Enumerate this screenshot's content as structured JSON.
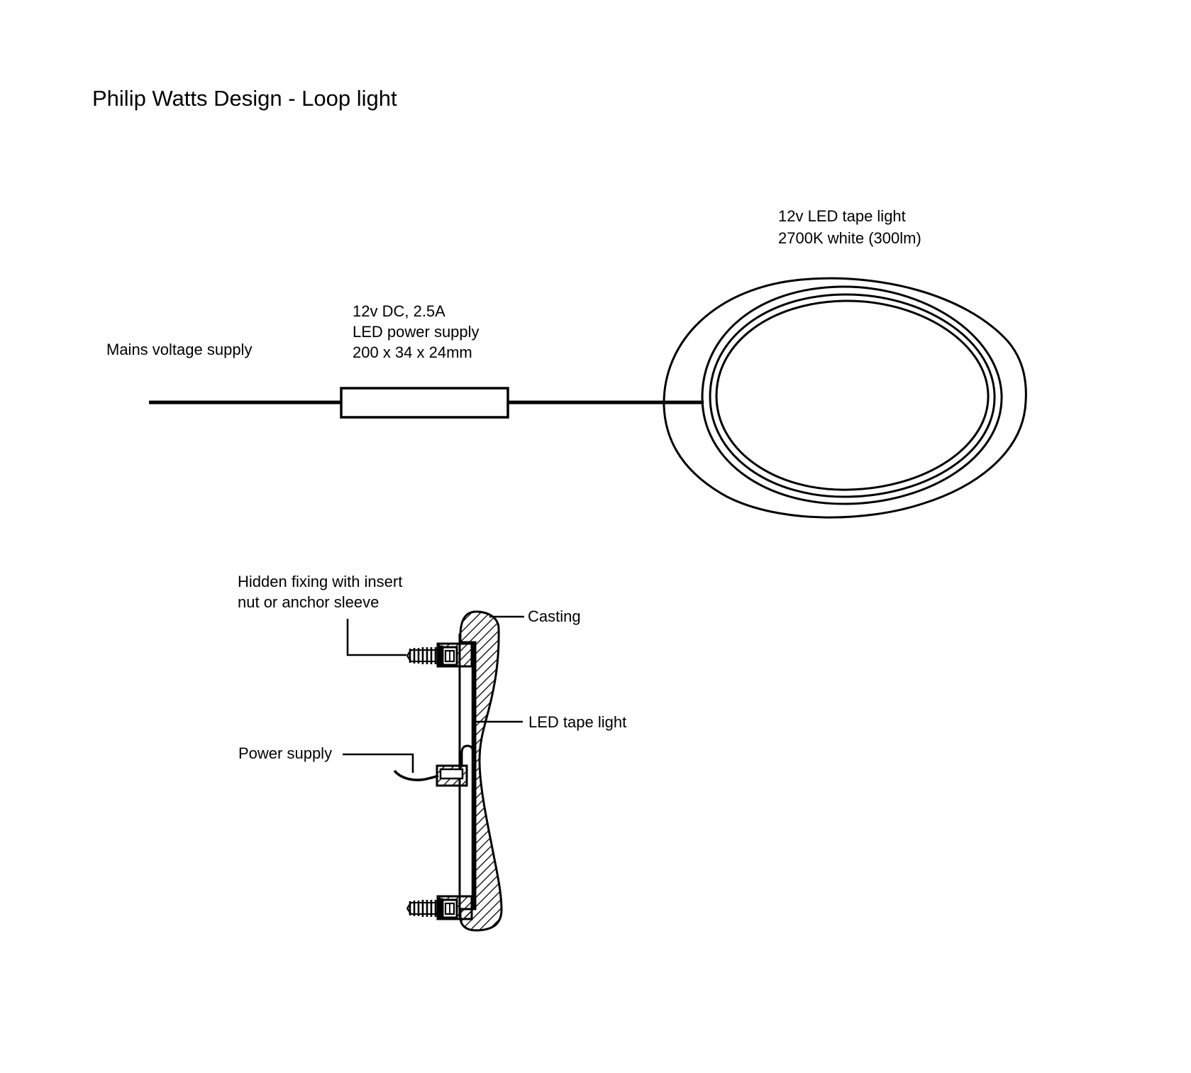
{
  "page": {
    "title": "Philip Watts Design - Loop light",
    "background": "#ffffff",
    "ink": "#000000"
  },
  "wiring_diagram": {
    "mains_label": "Mains voltage supply",
    "psu_lines": [
      "12v DC, 2.5A",
      "LED power supply",
      "200 x 34 x 24mm"
    ],
    "tape_lines": [
      "12v LED tape light",
      "2700K white (300lm)"
    ]
  },
  "section_detail": {
    "fixing_lines": [
      "Hidden fixing with insert",
      "nut or anchor sleeve"
    ],
    "casting_label": "Casting",
    "led_tape_label": "LED tape light",
    "power_supply_label": "Power supply"
  }
}
